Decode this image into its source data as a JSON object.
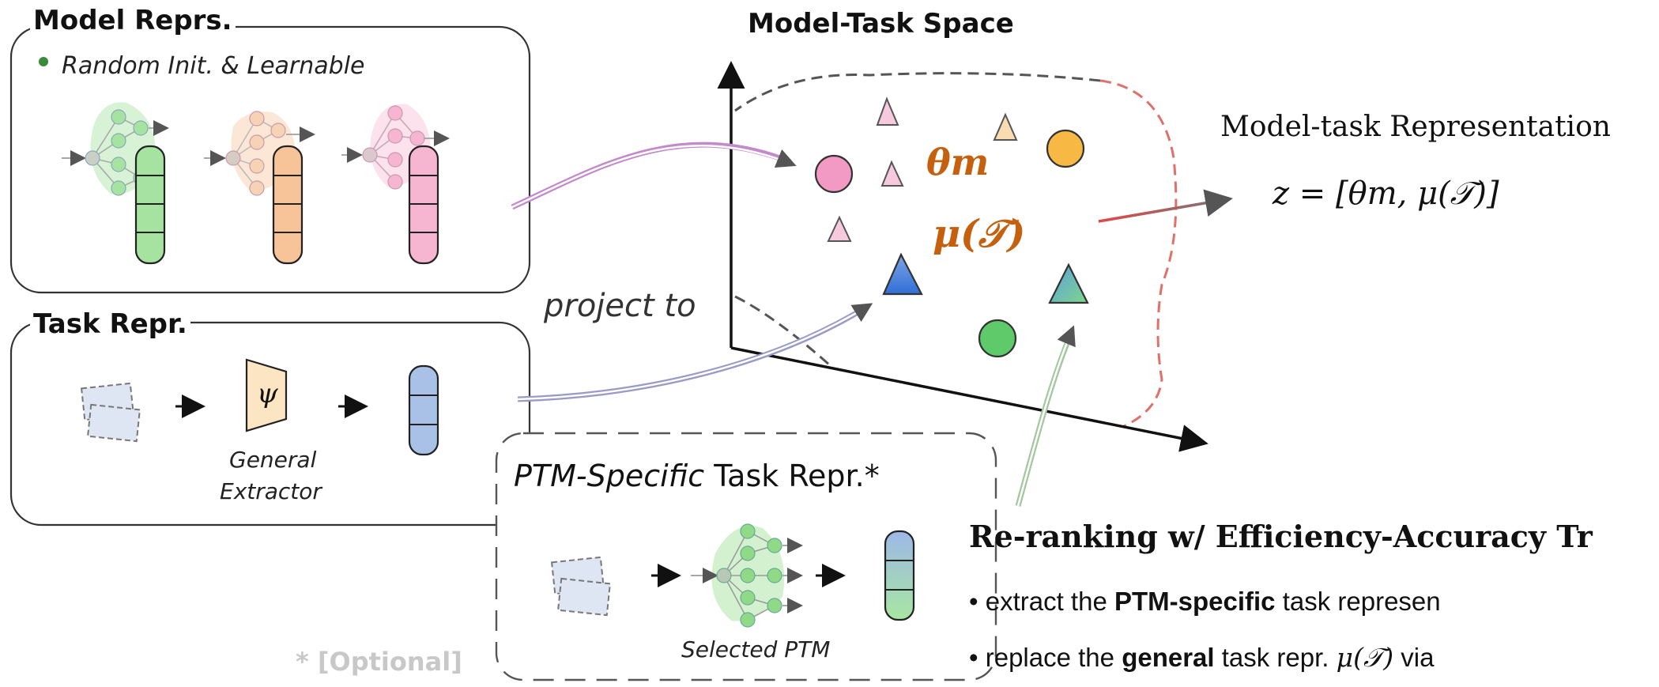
{
  "model_reprs": {
    "title": "Model Reprs.",
    "bullet_text": "Random Init. & Learnable"
  },
  "task_repr": {
    "title": "Task Repr.",
    "extractor_symbol": "ψ",
    "extractor_label_1": "General",
    "extractor_label_2": "Extractor"
  },
  "center": {
    "title": "Model-Task Space",
    "project_label": "project to",
    "theta_label": "θm",
    "mu_label": "μ(𝒯)"
  },
  "right": {
    "repr_title": "Model-task Representation",
    "formula": "z = [θm, μ(𝒯)]"
  },
  "ptm_box": {
    "title_italic": "PTM-Specific",
    "title_rest": "Task Repr.*",
    "selected_label": "Selected PTM",
    "optional_note": "* [Optional]"
  },
  "reranking": {
    "title": "Re-ranking w/ Efficiency-Accuracy Tr",
    "bullet1_pre": "extract the ",
    "bullet1_bold": "PTM-specific",
    "bullet1_post": " task represen",
    "bullet2_pre": "replace the ",
    "bullet2_bold": "general",
    "bullet2_mid": " task repr. ",
    "bullet2_math": "μ(𝒯)",
    "bullet2_post": " via"
  },
  "colors": {
    "green": "#a6e3a0",
    "orange": "#f7c49a",
    "pink": "#f6b6d2",
    "blue": "#a9c1e6",
    "accent_orange": "#c5600f"
  },
  "icons": [
    "neural-net-icon",
    "data-cards-icon",
    "extractor-trapezoid-icon",
    "arrow-icon"
  ]
}
